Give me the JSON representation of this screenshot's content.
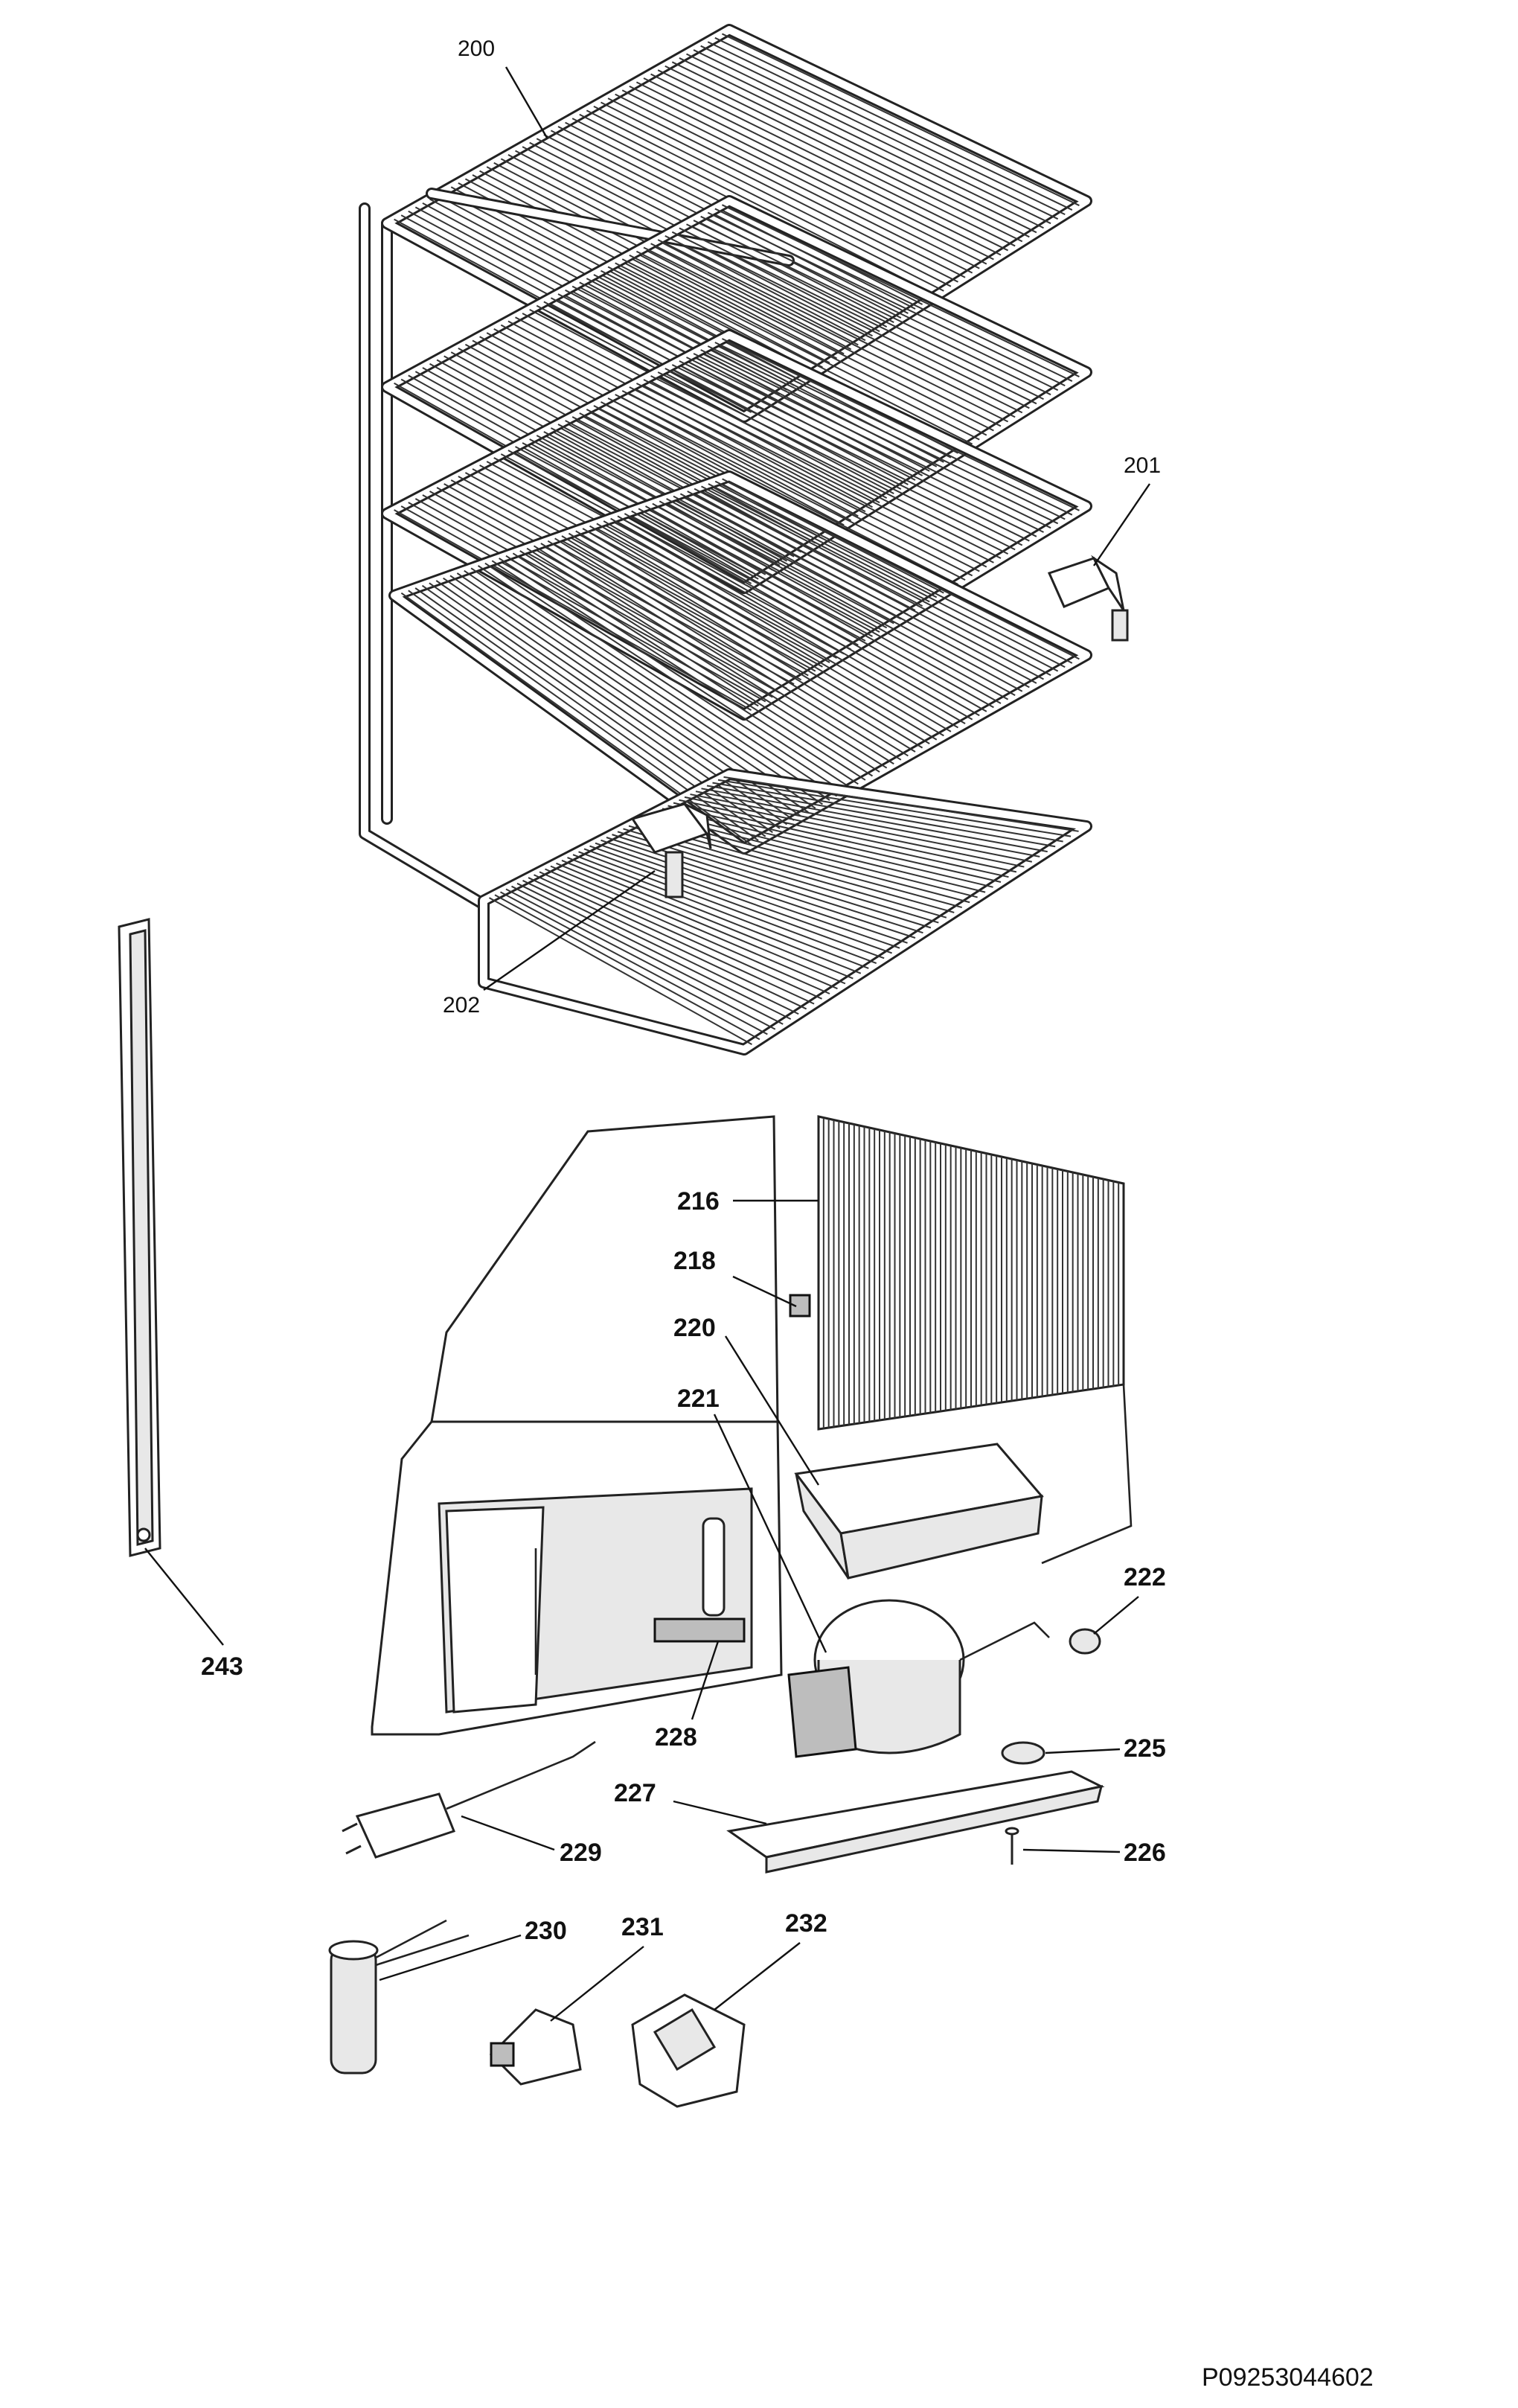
{
  "callouts_upper": [
    {
      "id": "200",
      "label": "200"
    },
    {
      "id": "201",
      "label": "201"
    },
    {
      "id": "202",
      "label": "202"
    }
  ],
  "callouts_lower": [
    {
      "id": "216",
      "label": "216"
    },
    {
      "id": "218",
      "label": "218"
    },
    {
      "id": "220",
      "label": "220"
    },
    {
      "id": "221",
      "label": "221"
    },
    {
      "id": "222",
      "label": "222"
    },
    {
      "id": "225",
      "label": "225"
    },
    {
      "id": "226",
      "label": "226"
    },
    {
      "id": "227",
      "label": "227"
    },
    {
      "id": "228",
      "label": "228"
    },
    {
      "id": "229",
      "label": "229"
    },
    {
      "id": "230",
      "label": "230"
    },
    {
      "id": "231",
      "label": "231"
    },
    {
      "id": "232",
      "label": "232"
    },
    {
      "id": "243",
      "label": "243"
    }
  ],
  "reference_code": "P09253044602"
}
